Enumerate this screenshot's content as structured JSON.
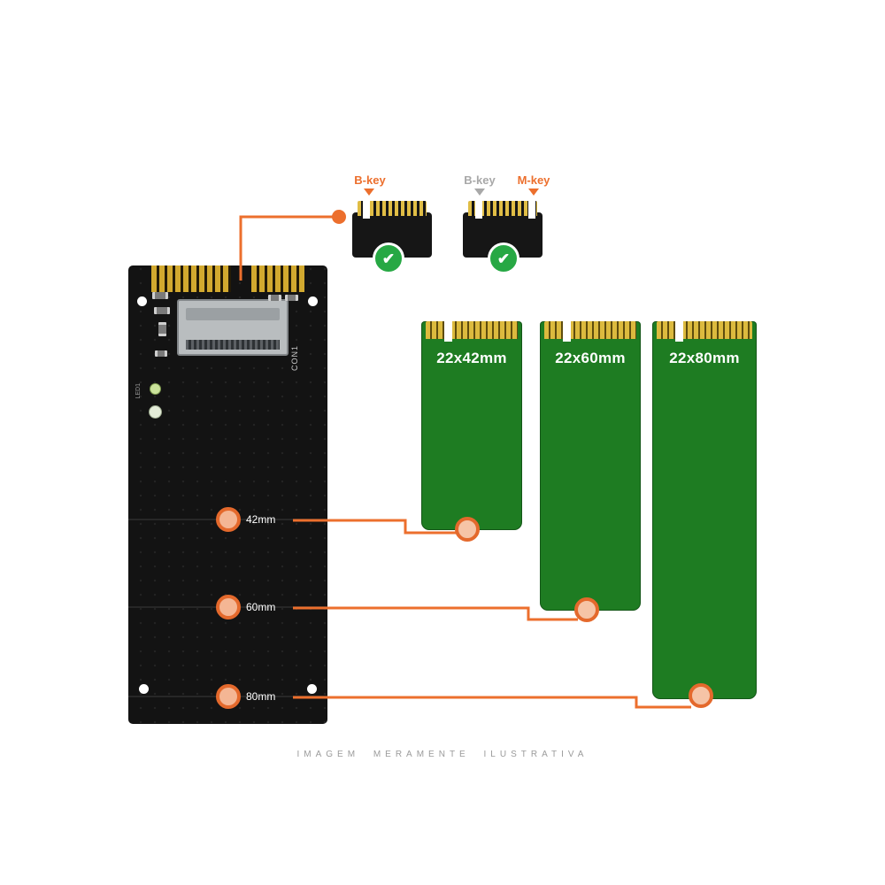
{
  "watermark": "IMAGEM MERAMENTE ILUSTRATIVA",
  "icons": {
    "check": "✔"
  },
  "colors": {
    "accent_orange": "#ec6f2d",
    "muted_gray": "#a8a8a8",
    "card_green": "#1e7c22",
    "check_green": "#27a844",
    "finger_gold": "#d2a92f",
    "pcb_black": "#131313"
  },
  "key_diagram": {
    "connector_single": {
      "key_label": "B-key"
    },
    "connector_dual": {
      "left_key_label": "B-key",
      "right_key_label": "M-key"
    }
  },
  "pcb": {
    "socket_label": "CON1",
    "led_label": "LED1",
    "callouts": [
      {
        "label": "42mm"
      },
      {
        "label": "60mm"
      },
      {
        "label": "80mm"
      }
    ]
  },
  "cards": [
    {
      "size_label": "22x42mm"
    },
    {
      "size_label": "22x60mm"
    },
    {
      "size_label": "22x80mm"
    }
  ]
}
